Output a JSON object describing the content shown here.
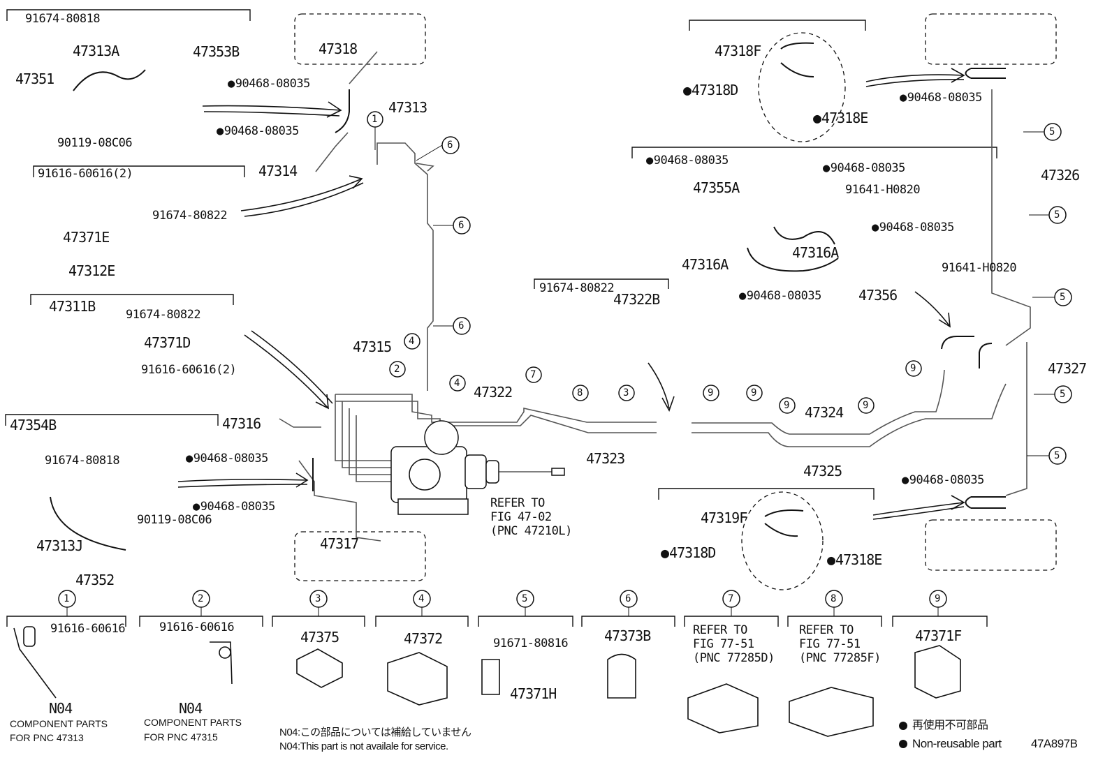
{
  "top_left_group": {
    "items": [
      "91674-80818",
      "47313A",
      "47353B",
      "47351",
      "90119-08C06"
    ]
  },
  "group2": {
    "items": [
      "91616-60616(2)",
      "91674-80822",
      "47371E",
      "47312E"
    ]
  },
  "group3": {
    "items": [
      "47311B",
      "91674-80822",
      "47371D",
      "91616-60616(2)"
    ]
  },
  "group4": {
    "items": [
      "47354B",
      "91674-80818",
      "90119-08C06",
      "47313J",
      "47352"
    ]
  },
  "upper_center": {
    "items": [
      "47318",
      "90468-08035",
      "90468-08035",
      "47313",
      "47314"
    ]
  },
  "lower_center": {
    "items": [
      "47316",
      "90468-08035",
      "90468-08035",
      "47317"
    ]
  },
  "master_area": {
    "items": [
      "47315",
      "47322",
      "47323",
      "47324",
      "47325",
      "47322B",
      "91674-80822"
    ],
    "refer": [
      "REFER TO",
      "FIG 47-02",
      "(PNC 47210L)"
    ]
  },
  "upper_right": {
    "items": [
      "47318F",
      "47318D",
      "47318E",
      "90468-08035",
      "47326"
    ]
  },
  "mid_right": {
    "items": [
      "90468-08035",
      "90468-08035",
      "47355A",
      "91641-H0820",
      "90468-08035",
      "47316A",
      "47316A",
      "91641-H0820",
      "90468-08035",
      "47356",
      "47327"
    ]
  },
  "lower_right": {
    "items": [
      "90468-08035",
      "47319F",
      "47318D",
      "47318E"
    ]
  },
  "callouts": [
    "1",
    "2",
    "3",
    "4",
    "5",
    "6",
    "7",
    "8",
    "9"
  ],
  "bottom_parts": {
    "p1": {
      "num": "1",
      "part": "91616-60616",
      "code": "N04",
      "desc1": "COMPONENT PARTS",
      "desc2": "FOR PNC 47313"
    },
    "p2": {
      "num": "2",
      "part": "91616-60616",
      "code": "N04",
      "desc1": "COMPONENT PARTS",
      "desc2": "FOR PNC 47315"
    },
    "p3": {
      "num": "3",
      "part": "47375"
    },
    "p4": {
      "num": "4",
      "part": "47372"
    },
    "p5": {
      "num": "5",
      "part": "91671-80816",
      "part2": "47371H"
    },
    "p6": {
      "num": "6",
      "part": "47373B"
    },
    "p7": {
      "num": "7",
      "refer": [
        "REFER TO",
        "FIG 77-51",
        "(PNC 77285D)"
      ]
    },
    "p8": {
      "num": "8",
      "refer": [
        "REFER TO",
        "FIG 77-51",
        "(PNC 77285F)"
      ]
    },
    "p9": {
      "num": "9",
      "part": "47371F"
    }
  },
  "notes": {
    "jp": "N04:この部品については補給していません",
    "en": "N04:This part is not availale for service.",
    "legend_jp": "再使用不可部品",
    "legend_en": "Non-reusable part",
    "figure_code": "47A897B"
  },
  "colors": {
    "line": "#111111",
    "pipe": "#555555",
    "bg": "#ffffff"
  }
}
